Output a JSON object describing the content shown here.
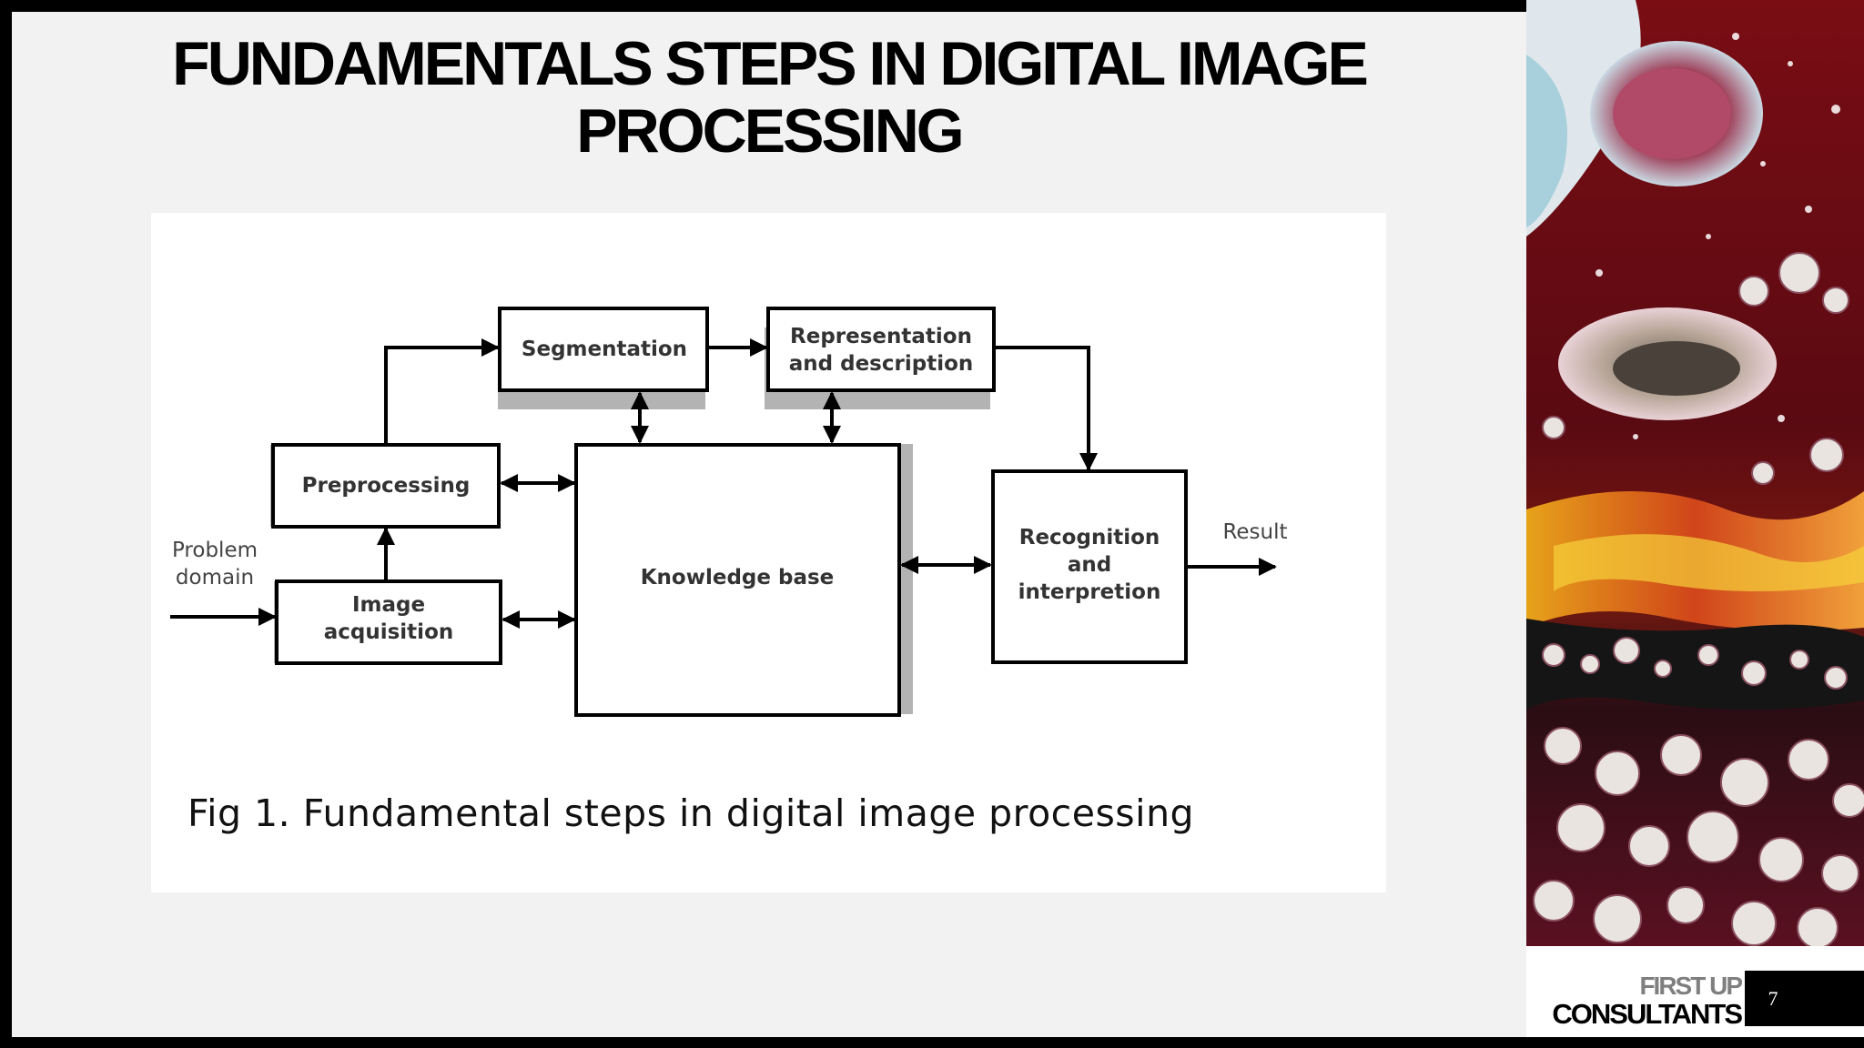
{
  "slide": {
    "title_line1": "FUNDAMENTALS STEPS IN DIGITAL IMAGE",
    "title_line2": "PROCESSING",
    "page_number": "7"
  },
  "brand": {
    "line1": "FIRST UP",
    "line2": "CONSULTANTS"
  },
  "diagram": {
    "input_label_line1": "Problem",
    "input_label_line2": "domain",
    "output_label": "Result",
    "nodes": {
      "segmentation": "Segmentation",
      "representation_line1": "Representation",
      "representation_line2": "and description",
      "preprocessing": "Preprocessing",
      "acquisition_line1": "Image",
      "acquisition_line2": "acquisition",
      "knowledge_base": "Knowledge base",
      "recognition_line1": "Recognition",
      "recognition_line2": "and",
      "recognition_line3": "interpretion"
    },
    "caption": "Fig 1. Fundamental steps in digital image processing"
  },
  "colors": {
    "slide_background": "#f2f2f2",
    "frame": "#000000",
    "brand_gray": "#7f7f7f",
    "box_shadow": "#b3b3b3"
  },
  "decor": {
    "side_art": "abstract-fluid-marble-painting"
  }
}
